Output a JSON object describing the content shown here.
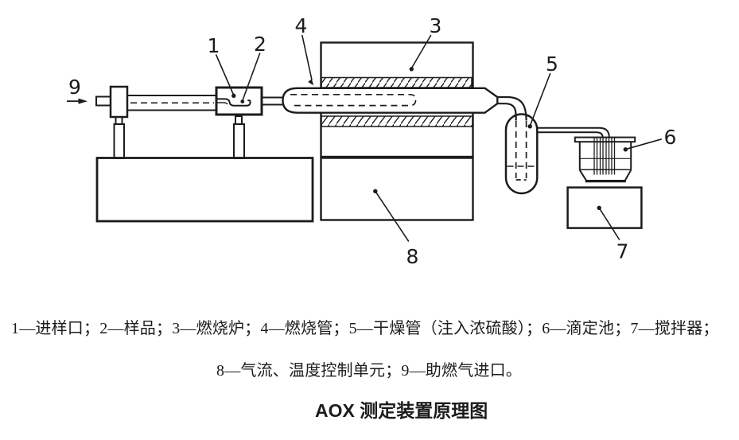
{
  "page": {
    "background": "#ffffff",
    "ink": "#1c1c1c"
  },
  "diagram": {
    "callouts": {
      "c1": "1",
      "c2": "2",
      "c3": "3",
      "c4": "4",
      "c5": "5",
      "c6": "6",
      "c7": "7",
      "c8": "8",
      "c9": "9"
    },
    "components": [
      {
        "num": "1",
        "label": "进样口"
      },
      {
        "num": "2",
        "label": "样品"
      },
      {
        "num": "3",
        "label": "燃烧炉"
      },
      {
        "num": "4",
        "label": "燃烧管"
      },
      {
        "num": "5",
        "label": "干燥管（注入浓硫酸）"
      },
      {
        "num": "6",
        "label": "滴定池"
      },
      {
        "num": "7",
        "label": "搅拌器"
      },
      {
        "num": "8",
        "label": "气流、温度控制单元"
      },
      {
        "num": "9",
        "label": "助燃气进口"
      }
    ]
  },
  "caption": {
    "legend_line1": "1—进样口；2—样品；3—燃烧炉；4—燃烧管；5—干燥管（注入浓硫酸）；6—滴定池；7—搅拌器；",
    "legend_line2": "8—气流、温度控制单元；9—助燃气进口。",
    "title": "AOX 测定装置原理图"
  }
}
